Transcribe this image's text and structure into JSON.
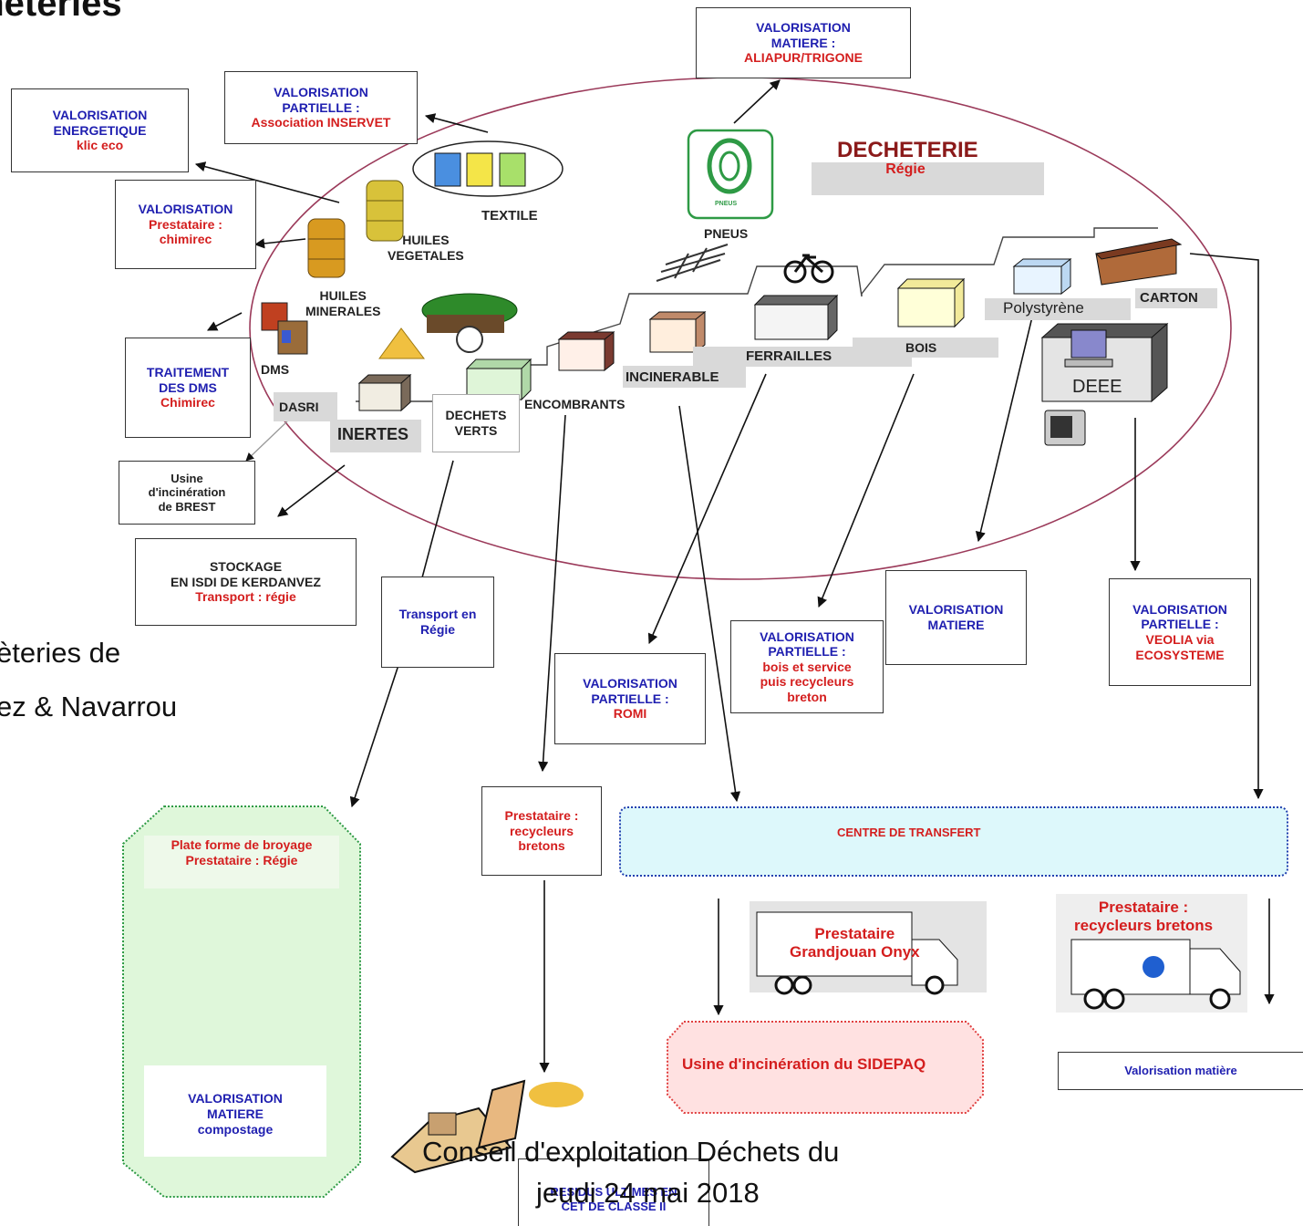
{
  "page_title": "chèteries",
  "side_text": {
    "line1": "èteries de",
    "line2": "ez & Navarrou"
  },
  "footer": {
    "line1": "Conseil d'exploitation Déchets du",
    "line2": "jeudi 24 mai 2018"
  },
  "center": {
    "title": "DECHETERIE",
    "subtitle": "Régie"
  },
  "streams": {
    "textile": "TEXTILE",
    "pneus": "PNEUS",
    "pneus_logo": "PNEUS",
    "huiles_vegetales": [
      "HUILES",
      "VEGETALES"
    ],
    "huiles_minerales": [
      "HUILES",
      "MINERALES"
    ],
    "dms": "DMS",
    "dasri": "DASRI",
    "inertes": "INERTES",
    "dechets_verts": [
      "DECHETS",
      "VERTS"
    ],
    "encombrants": "ENCOMBRANTS",
    "incinerable": "INCINERABLE",
    "ferrailles": "FERRAILLES",
    "bois": "BOIS",
    "polystyrene": "Polystyrène",
    "carton": "CARTON",
    "deee": "DEEE"
  },
  "boxes": {
    "aliapur": {
      "title": [
        "VALORISATION",
        "MATIERE :"
      ],
      "sub": [
        "ALIAPUR/TRIGONE"
      ]
    },
    "inservet": {
      "title": [
        "VALORISATION",
        "PARTIELLE :"
      ],
      "sub": [
        "Association INSERVET"
      ]
    },
    "klic": {
      "title": [
        "VALORISATION",
        "ENERGETIQUE"
      ],
      "sub": [
        "klic eco"
      ]
    },
    "chimirec": {
      "title": [
        "VALORISATION"
      ],
      "sub": [
        "Prestataire :",
        "chimirec"
      ]
    },
    "dms_traitement": {
      "title": [
        "TRAITEMENT",
        "DES DMS"
      ],
      "sub": [
        "Chimirec"
      ]
    },
    "usine_brest": {
      "title": [
        "Usine",
        "d'incinération",
        "de BREST"
      ]
    },
    "stockage": {
      "title": [
        "STOCKAGE",
        "EN ISDI DE KERDANVEZ"
      ],
      "sub": [
        "Transport : régie"
      ]
    },
    "transport_regie": {
      "title": [
        "Transport en",
        "Régie"
      ]
    },
    "romi": {
      "title": [
        "VALORISATION",
        "PARTIELLE :"
      ],
      "sub": [
        "ROMI"
      ]
    },
    "bois_service": {
      "title": [
        "VALORISATION",
        "PARTIELLE :"
      ],
      "sub": [
        "bois et service",
        "puis recycleurs",
        "breton"
      ]
    },
    "valo_matiere": {
      "title": [
        "VALORISATION",
        "MATIERE"
      ]
    },
    "veolia": {
      "title": [
        "VALORISATION",
        "PARTIELLE :"
      ],
      "sub": [
        "VEOLIA via",
        "ECOSYSTEME"
      ]
    },
    "recycleurs": {
      "sub": [
        "Prestataire :",
        "recycleurs",
        "bretons"
      ]
    },
    "centre_transfert": {
      "title": "CENTRE  DE TRANSFERT"
    },
    "broyage": {
      "sub": [
        "Plate forme de broyage",
        "Prestataire : Régie"
      ]
    },
    "compostage": {
      "title": [
        "VALORISATION",
        "MATIERE"
      ],
      "sub2": "compostage"
    },
    "sidepaq": {
      "sub": "Usine d'incinération du SIDEPAQ"
    },
    "valorisation_matiere_small": {
      "title": "Valorisation matière"
    },
    "grandjouan": {
      "sub": [
        "Prestataire",
        "Grandjouan Onyx"
      ]
    },
    "recycleurs_truck": {
      "sub": [
        "Prestataire :",
        "recycleurs bretons"
      ]
    },
    "residus": {
      "title": [
        "RESIDUS ULTIMES EN",
        "CET DE CLASSE II"
      ]
    }
  },
  "colors": {
    "ellipse": "#9b3a5a",
    "red_text": "#d41e1e",
    "blue_text": "#1f1fb0",
    "green_panel": "#dff7da",
    "cyan_panel": "#ddf8fb",
    "pink_panel": "#ffe1e1"
  }
}
